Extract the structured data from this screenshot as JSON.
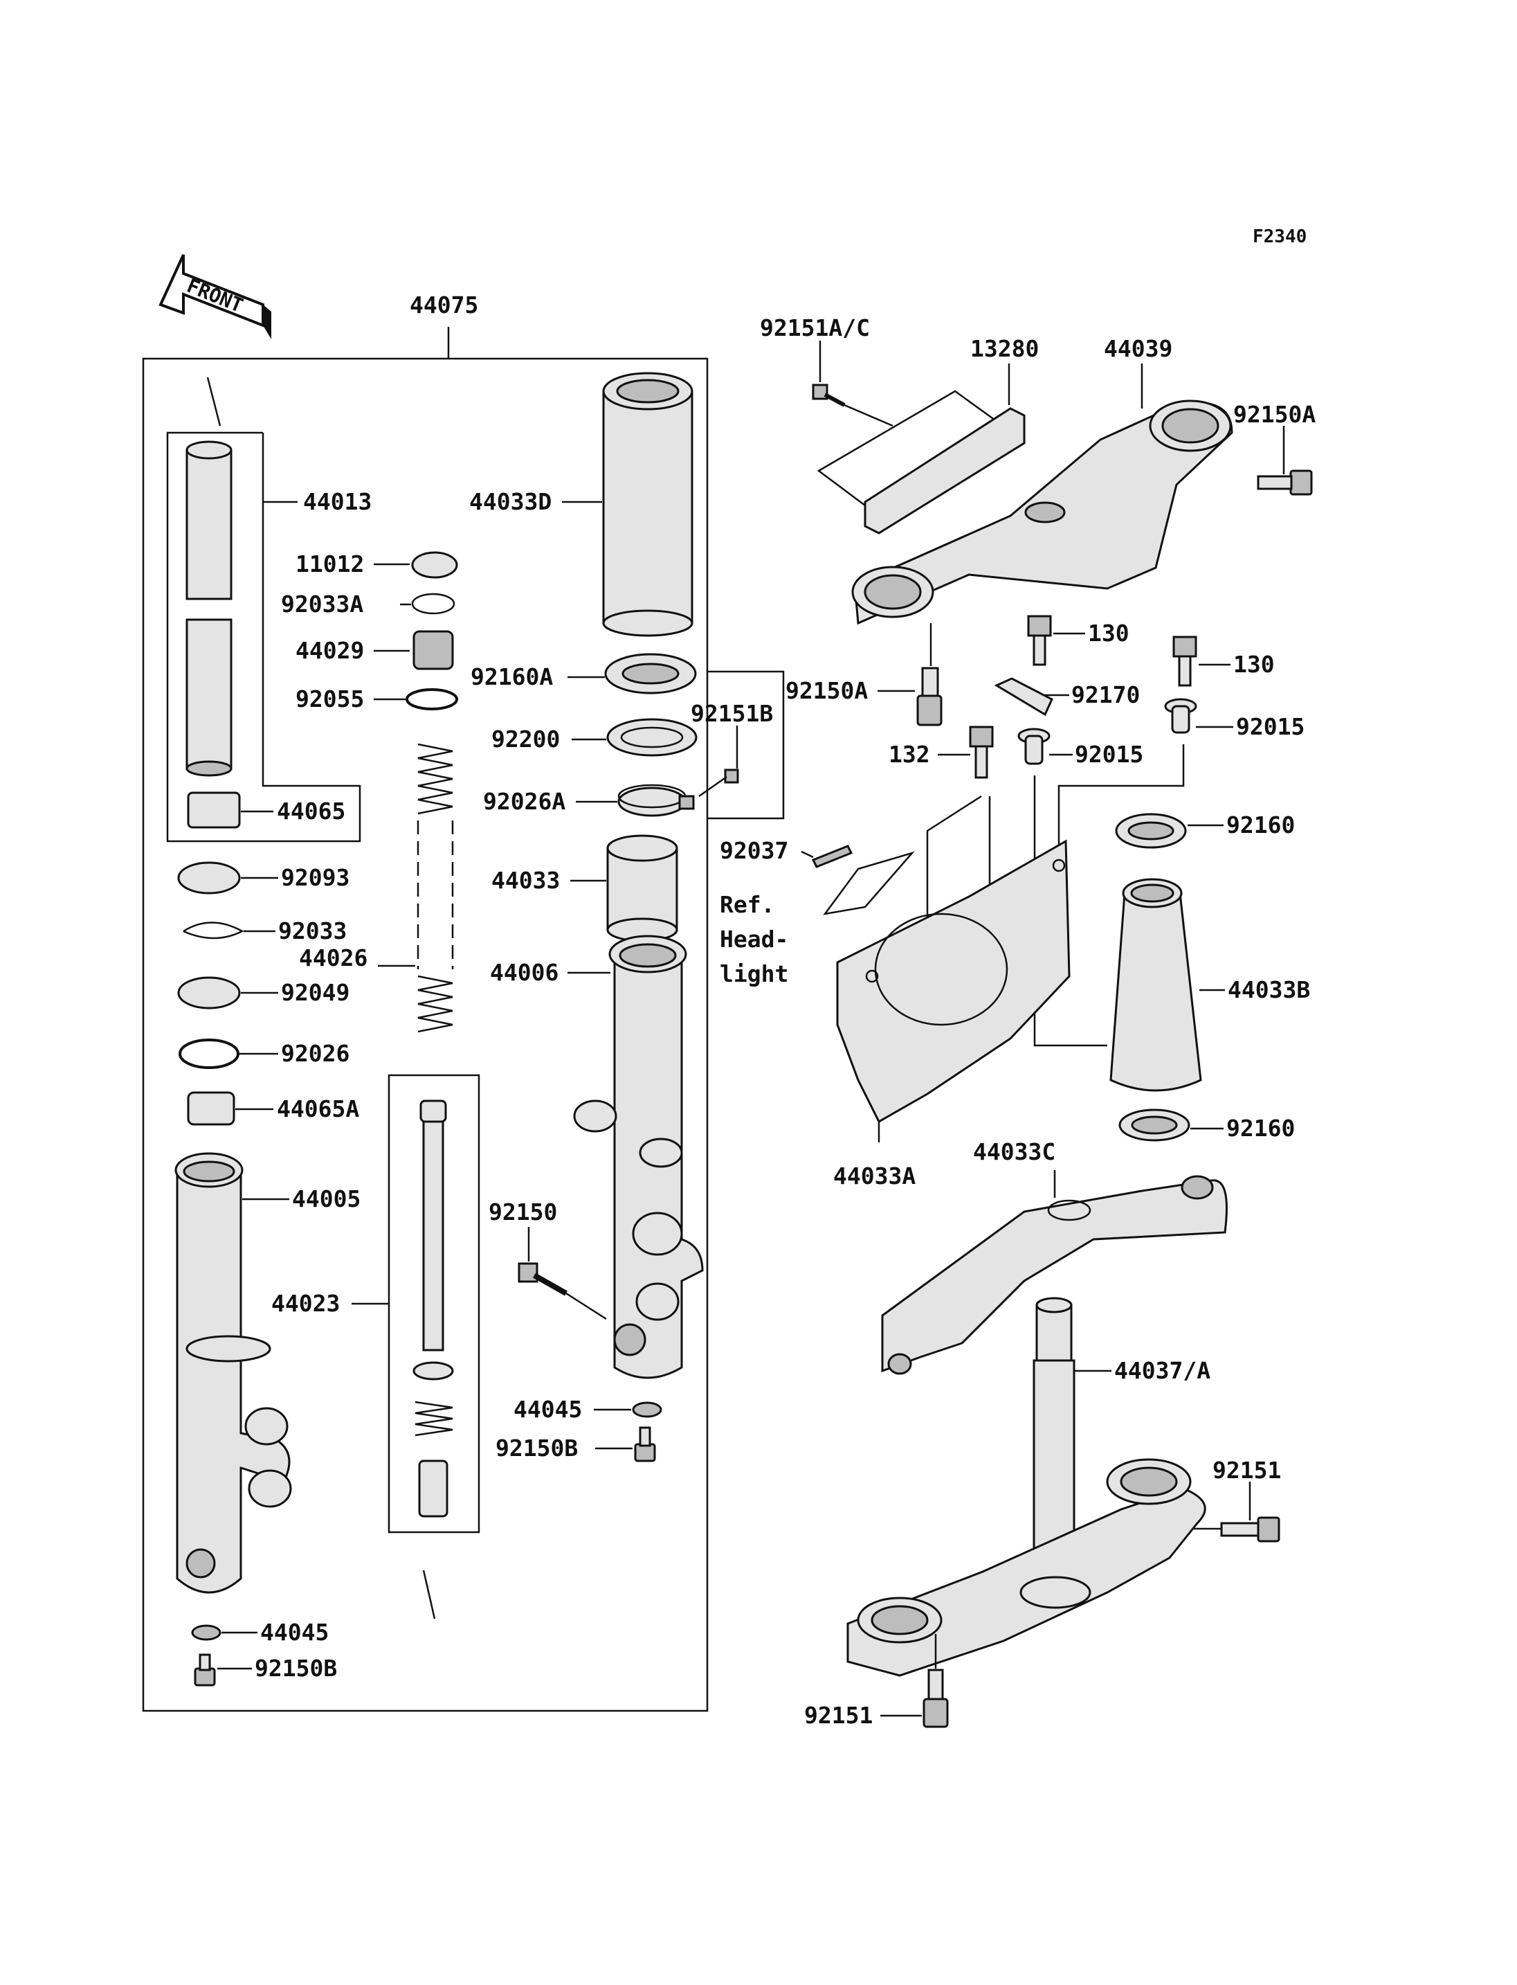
{
  "figure_code": "F2340",
  "front_label": "FRONT",
  "reference_note": [
    "Ref.",
    "Head-",
    "light"
  ],
  "callouts": {
    "p44075": "44075",
    "p44013": "44013",
    "p11012": "11012",
    "p92033A": "92033A",
    "p44029": "44029",
    "p92055": "92055",
    "p44065": "44065",
    "p92093": "92093",
    "p92033": "92033",
    "p44026": "44026",
    "p92049": "92049",
    "p92026": "92026",
    "p44065A": "44065A",
    "p44005": "44005",
    "p44023": "44023",
    "p44045_l": "44045",
    "p92150B_l": "92150B",
    "p44033D": "44033D",
    "p92160A": "92160A",
    "p92200": "92200",
    "p92151B": "92151B",
    "p92026A": "92026A",
    "p44033": "44033",
    "p44006": "44006",
    "p92150": "92150",
    "p44045_r": "44045",
    "p92150B_r": "92150B",
    "p92151AC": "92151A/C",
    "p13280": "13280",
    "p44039": "44039",
    "p92150A_top": "92150A",
    "p130_a": "130",
    "p130_b": "130",
    "p92150A_low": "92150A",
    "p92170": "92170",
    "p92015_a": "92015",
    "p92015_b": "92015",
    "p132": "132",
    "p92037": "92037",
    "p92160_top": "92160",
    "p44033B": "44033B",
    "p92160_bot": "92160",
    "p44033A": "44033A",
    "p44033C": "44033C",
    "p44037A": "44037/A",
    "p92151_r": "92151",
    "p92151_b": "92151"
  }
}
